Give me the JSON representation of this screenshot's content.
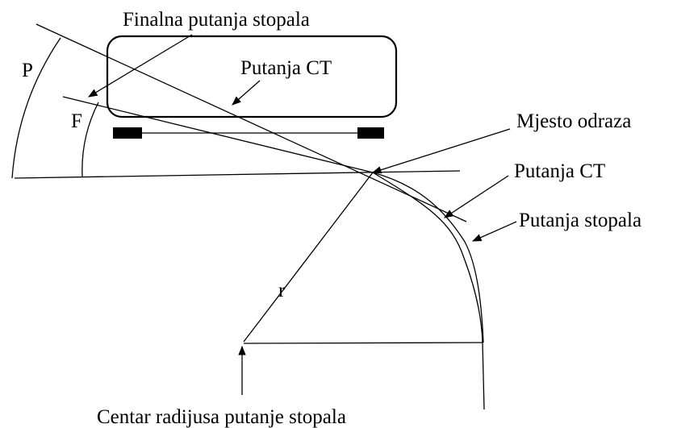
{
  "labels": {
    "final_foot_path": "Finalna putanja stopala",
    "ct_path_on_body": "Putanja CT",
    "angle_p": "P",
    "angle_f": "F",
    "takeoff_point": "Mjesto odraza",
    "ct_path_curve": "Putanja CT",
    "foot_path_curve": "Putanja stopala",
    "radius": "r",
    "radius_center": "Centar radijusa putanje stopala"
  }
}
